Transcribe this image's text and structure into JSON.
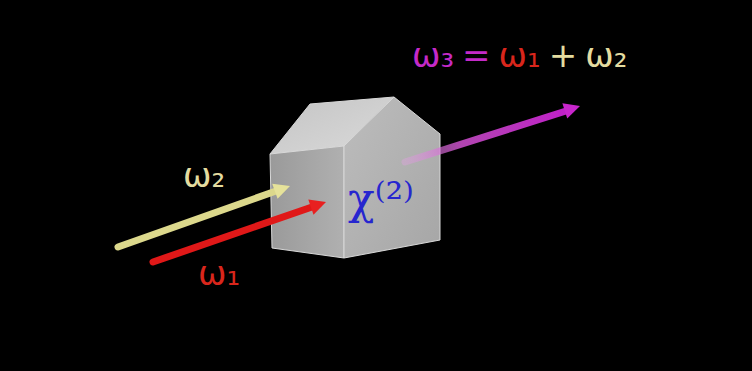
{
  "diagram": {
    "nodes": [
      {
        "text": [
          "χ⁽²⁾"
        ]
      }
    ],
    "labels": [
      "ω₃",
      "=",
      "ω₁",
      "+",
      "ω₂",
      "ω₂",
      "ω₁"
    ]
  }
}
